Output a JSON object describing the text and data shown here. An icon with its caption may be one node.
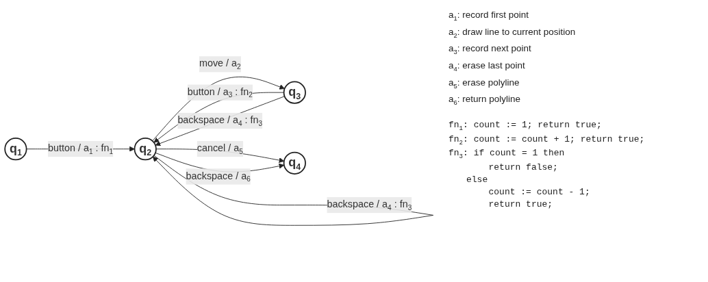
{
  "diagram": {
    "nodes": [
      {
        "text": [
          "q$_{1}$"
        ]
      },
      {
        "text": [
          "q$_{2}$"
        ]
      },
      {
        "text": [
          "q$_{3}$"
        ]
      },
      {
        "text": [
          "q$_{4}$"
        ]
      }
    ],
    "edges": [
      {
        "from": 0,
        "to": 1,
        "arrow": "to",
        "label": "button / a$_{1}$ : fn$_{1}$"
      },
      {
        "from": 2,
        "to": 1,
        "arrow": "to",
        "label": "button / a$_{3}$ : fn$_{2}$"
      },
      {
        "from": 1,
        "to": 2,
        "arrow": "to",
        "label": "move / a$_{2}$"
      },
      {
        "from": 2,
        "to": 1,
        "arrow": "to",
        "label": "backspace / a$_{4}$ : fn$_{3}$"
      },
      {
        "from": 1,
        "to": 3,
        "arrow": "to",
        "label": "cancel / a$_{5}$"
      },
      {
        "from": 1,
        "to": 3,
        "arrow": "to",
        "label": "backspace / a$_{6}$"
      },
      {
        "from": 1,
        "to": 1,
        "arrow": "to",
        "label": "backspace / a$_{4}$ : fn$_{3}$"
      }
    ],
    "labels": [
      "a$_{1}$: record first point",
      "a$_{2}$: draw line to current position",
      "a$_{3}$: record next point",
      "a$_{4}$: erase last point",
      "a$_{5}$: erase polyline",
      "a$_{6}$: return polyline",
      "fn$_{1}$: count := 1; return true;",
      "fn$_{2}$: count := count + 1; return true;",
      "fn$_{3}$: if count = 1 then",
      "return false;",
      "else",
      "count := count - 1;",
      "return true;"
    ]
  }
}
